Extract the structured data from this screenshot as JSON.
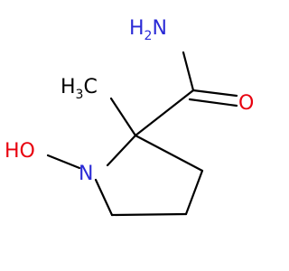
{
  "molecule": {
    "atoms": {
      "amide_n": {
        "symbol": "N",
        "subscript_prefix": "H",
        "subscript": "2",
        "color": "#2a2ad6"
      },
      "methyl": {
        "symbol": "C",
        "prefix": "H",
        "subscript": "3",
        "color": "#000000"
      },
      "carbonyl_o": {
        "symbol": "O",
        "color": "#e8000e"
      },
      "hydroxyl": {
        "symbol": "O",
        "prefix": "H",
        "color": "#e8000e"
      },
      "ring_n": {
        "symbol": "N",
        "color": "#2a2ad6"
      }
    }
  }
}
